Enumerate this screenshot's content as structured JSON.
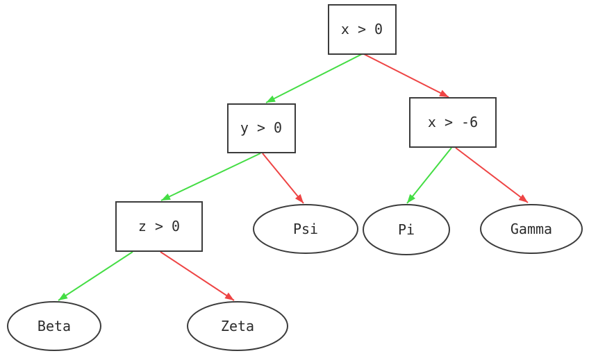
{
  "diagram": {
    "type": "decision-tree",
    "background": "#ffffff",
    "colors": {
      "true_edge": "#44dd44",
      "false_edge": "#ee4444",
      "node_border": "#3c3c3c",
      "node_fill": "#ffffff",
      "label_text": "#2b2b2b"
    },
    "nodes": [
      {
        "id": "cond-x-gt-0",
        "label": "x > 0",
        "shape": "box"
      },
      {
        "id": "cond-y-gt-0",
        "label": "y > 0",
        "shape": "box"
      },
      {
        "id": "cond-x-gt-neg6",
        "label": "x > -6",
        "shape": "box"
      },
      {
        "id": "cond-z-gt-0",
        "label": "z > 0",
        "shape": "box"
      },
      {
        "id": "leaf-psi",
        "label": "Psi",
        "shape": "ellipse"
      },
      {
        "id": "leaf-pi",
        "label": "Pi",
        "shape": "ellipse"
      },
      {
        "id": "leaf-gamma",
        "label": "Gamma",
        "shape": "ellipse"
      },
      {
        "id": "leaf-beta",
        "label": "Beta",
        "shape": "ellipse"
      },
      {
        "id": "leaf-zeta",
        "label": "Zeta",
        "shape": "ellipse"
      }
    ],
    "edges": [
      {
        "from": "x > 0",
        "to": "y > 0",
        "branch": "true",
        "color": "green"
      },
      {
        "from": "x > 0",
        "to": "x > -6",
        "branch": "false",
        "color": "red"
      },
      {
        "from": "y > 0",
        "to": "z > 0",
        "branch": "true",
        "color": "green"
      },
      {
        "from": "y > 0",
        "to": "Psi",
        "branch": "false",
        "color": "red"
      },
      {
        "from": "x > -6",
        "to": "Pi",
        "branch": "true",
        "color": "green"
      },
      {
        "from": "x > -6",
        "to": "Gamma",
        "branch": "false",
        "color": "red"
      },
      {
        "from": "z > 0",
        "to": "Beta",
        "branch": "true",
        "color": "green"
      },
      {
        "from": "z > 0",
        "to": "Zeta",
        "branch": "false",
        "color": "red"
      }
    ]
  }
}
